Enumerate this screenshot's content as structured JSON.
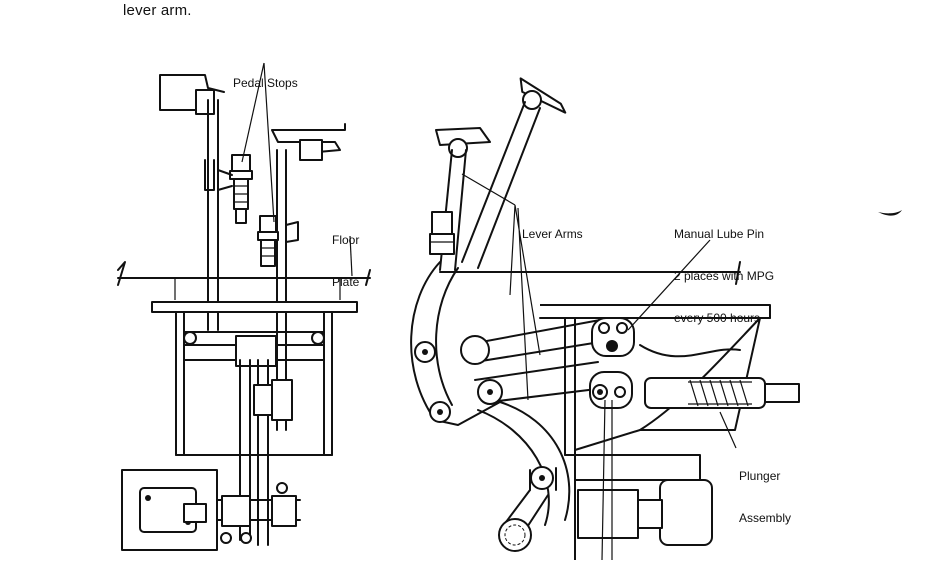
{
  "intro_text": "lever arm.",
  "labels": {
    "pedal_stops": "Pedal Stops",
    "floor_plate": [
      "Floor",
      "Plate"
    ],
    "lever_arms": "Lever Arms",
    "manual_lube_pin": [
      "Manual Lube Pin",
      "2 places with MPG",
      "every 500 hours"
    ],
    "plunger_assembly": [
      "Plunger",
      "Assembly"
    ]
  }
}
